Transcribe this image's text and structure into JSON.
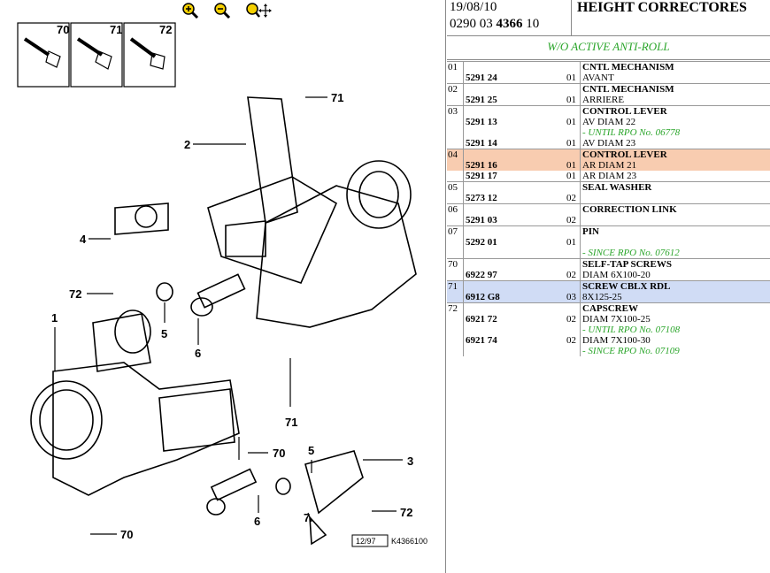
{
  "toolbar": {
    "zoom_in": "zoom-in",
    "zoom_out": "zoom-out",
    "zoom_move": "zoom-pan"
  },
  "header": {
    "date": "19/08/10",
    "code_prefix": "0290 03 ",
    "code_bold": "4366",
    "code_suffix": " 10",
    "title": "HEIGHT CORRECTORES"
  },
  "subtitle": "W/O ACTIVE ANTI-ROLL",
  "diagram": {
    "callouts": [
      "70",
      "71",
      "72",
      "2",
      "71",
      "4",
      "72",
      "5",
      "6",
      "1",
      "71",
      "70",
      "5",
      "3",
      "6",
      "7",
      "72",
      "70"
    ],
    "footer_date": "12/97",
    "footer_code": "K4366100"
  },
  "rows": [
    {
      "idx": "01",
      "ref": "5291 24",
      "qty": "01",
      "desc": "CNTL MECHANISM",
      "desc2": "AVANT",
      "note": "",
      "hl": ""
    },
    {
      "idx": "02",
      "ref": "5291 25",
      "qty": "01",
      "desc": "CNTL MECHANISM",
      "desc2": "ARRIERE",
      "note": "",
      "hl": ""
    },
    {
      "idx": "03",
      "ref": "5291 13",
      "qty": "01",
      "desc": "CONTROL LEVER",
      "desc2": "AV DIAM 22",
      "note": "- UNTIL RPO No. 06778",
      "hl": ""
    },
    {
      "idx": "",
      "ref": "5291 14",
      "qty": "01",
      "desc": "",
      "desc2": "AV DIAM 23",
      "note": "",
      "hl": ""
    },
    {
      "idx": "04",
      "ref": "5291 16",
      "qty": "01",
      "desc": "CONTROL LEVER",
      "desc2": "AR DIAM 21",
      "note": "",
      "hl": "orange"
    },
    {
      "idx": "",
      "ref": "5291 17",
      "qty": "01",
      "desc": "",
      "desc2": "AR DIAM 23",
      "note": "",
      "hl": ""
    },
    {
      "idx": "05",
      "ref": "5273 12",
      "qty": "02",
      "desc": "SEAL WASHER",
      "desc2": "",
      "note": "",
      "hl": ""
    },
    {
      "idx": "06",
      "ref": "5291 03",
      "qty": "02",
      "desc": "CORRECTION LINK",
      "desc2": "",
      "note": "",
      "hl": ""
    },
    {
      "idx": "07",
      "ref": "5292 01",
      "qty": "01",
      "desc": "PIN",
      "desc2": "",
      "note": "- SINCE RPO No. 07612",
      "hl": ""
    },
    {
      "idx": "70",
      "ref": "6922 97",
      "qty": "02",
      "desc": "SELF-TAP SCREWS",
      "desc2": "DIAM 6X100-20",
      "note": "",
      "hl": ""
    },
    {
      "idx": "71",
      "ref": "6912 G8",
      "qty": "03",
      "desc": "SCREW CBLX RDL",
      "desc2": "8X125-25",
      "note": "",
      "hl": "blue"
    },
    {
      "idx": "72",
      "ref": "6921 72",
      "qty": "02",
      "desc": "CAPSCREW",
      "desc2": "DIAM 7X100-25",
      "note": "- UNTIL RPO No. 07108",
      "hl": ""
    },
    {
      "idx": "",
      "ref": "6921 74",
      "qty": "02",
      "desc": "",
      "desc2": "DIAM 7X100-30",
      "note": "- SINCE RPO No. 07109",
      "hl": ""
    }
  ]
}
